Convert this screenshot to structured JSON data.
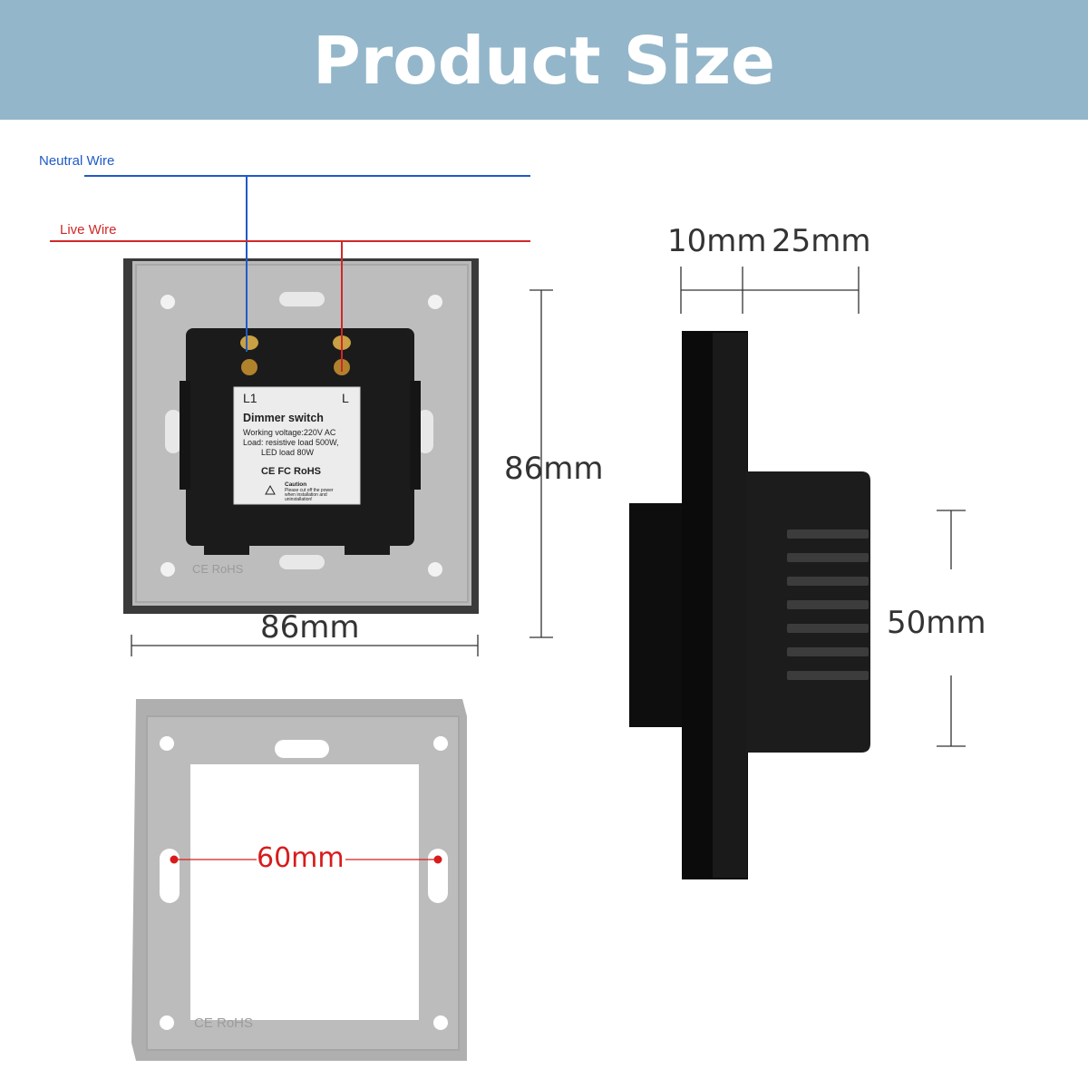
{
  "title": "Product Size",
  "colors": {
    "banner": "#93b6ca",
    "neutral": "#1f5bc7",
    "live": "#d02828",
    "dot": "#d81c1c"
  },
  "wires": {
    "neutral_label": "Neutral Wire",
    "live_label": "Live Wire"
  },
  "dimensions": {
    "front_width": "86mm",
    "front_height": "86mm",
    "side_panel_depth": "10mm",
    "side_body_depth": "25mm",
    "side_body_height": "50mm",
    "frame_spacing": "60mm"
  },
  "sticker": {
    "terminal_left": "L1",
    "terminal_right": "L",
    "name": "Dimmer switch",
    "line1": "Working voltage:220V AC",
    "line2": "Load: resistive load 500W,",
    "line3": "LED load 80W",
    "certs": "CE FC RoHS",
    "caution_title": "Caution",
    "caution_1": "Please cut off the power",
    "caution_2": "when installation and",
    "caution_3": "uninstallation!"
  },
  "frame_marking": "CE RoHS",
  "back_marking": "CE RoHS"
}
